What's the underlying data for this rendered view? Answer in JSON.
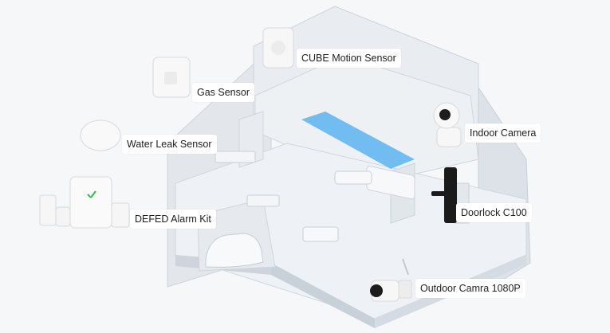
{
  "labels": {
    "cube_motion_sensor": "CUBE Motion Sensor",
    "gas_sensor": "Gas Sensor",
    "water_leak_sensor": "Water Leak Sensor",
    "indoor_camera": "Indoor Camera",
    "doorlock": "Doorlock C100",
    "alarm_kit": "DEFED Alarm Kit",
    "outdoor_camera": "Outdoor Camra 1080P"
  },
  "colors": {
    "background": "#f5f7f9",
    "house_wall": "#dfe4ea",
    "house_floor": "#eef1f4",
    "pool_accent": "#5ab4f0",
    "indicator_green": "#2fbf4a"
  }
}
